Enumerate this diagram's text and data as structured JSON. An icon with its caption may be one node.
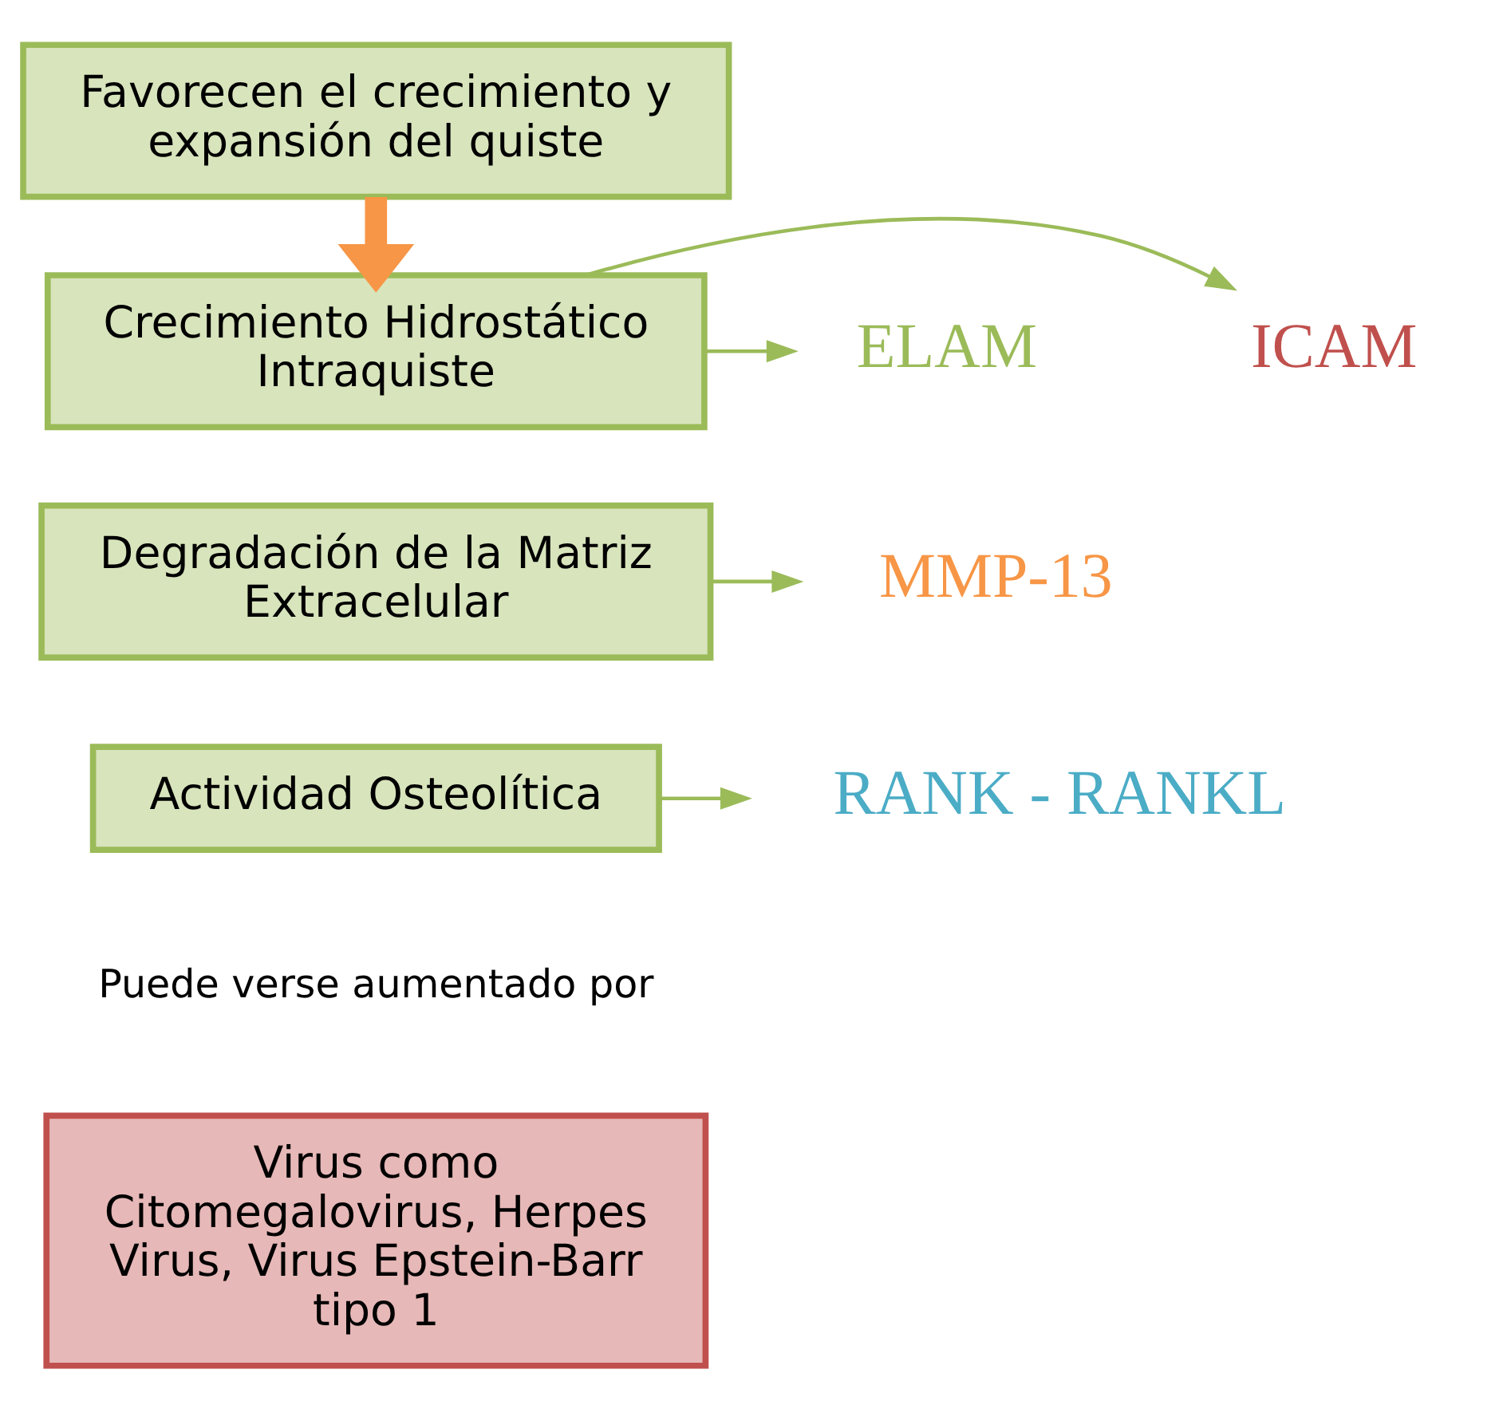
{
  "diagram": {
    "nodes": [
      {
        "text": [
          "Favorecen el crecimiento y expansión del quiste"
        ]
      },
      {
        "text": [
          "Crecimiento Hidrostático Intraquiste"
        ]
      },
      {
        "text": [
          "ICAM"
        ]
      },
      {
        "text": [
          "ELAM"
        ]
      },
      {
        "text": [
          "Degradación de la Matriz Extracelular"
        ]
      },
      {
        "text": [
          "MMP-13"
        ]
      },
      {
        "text": [
          "Actividad Osteolítica"
        ]
      },
      {
        "text": [
          "RANK - RANKL"
        ]
      },
      {
        "text": [
          "Virus como Citomegalovirus, Herpes Virus, Virus Epstein-Barr tipo 1"
        ]
      }
    ],
    "edges": [
      {
        "from": 0,
        "to": 1,
        "arrow": "to",
        "style": "thick",
        "color": "#f79646"
      },
      {
        "from": 1,
        "to": 2,
        "arrow": "to"
      },
      {
        "from": 1,
        "to": 3,
        "arrow": "to"
      },
      {
        "from": 4,
        "to": 5,
        "arrow": "to"
      },
      {
        "from": 6,
        "to": 7,
        "arrow": "to"
      }
    ],
    "labels": [
      "Puede verse aumentado por"
    ]
  }
}
